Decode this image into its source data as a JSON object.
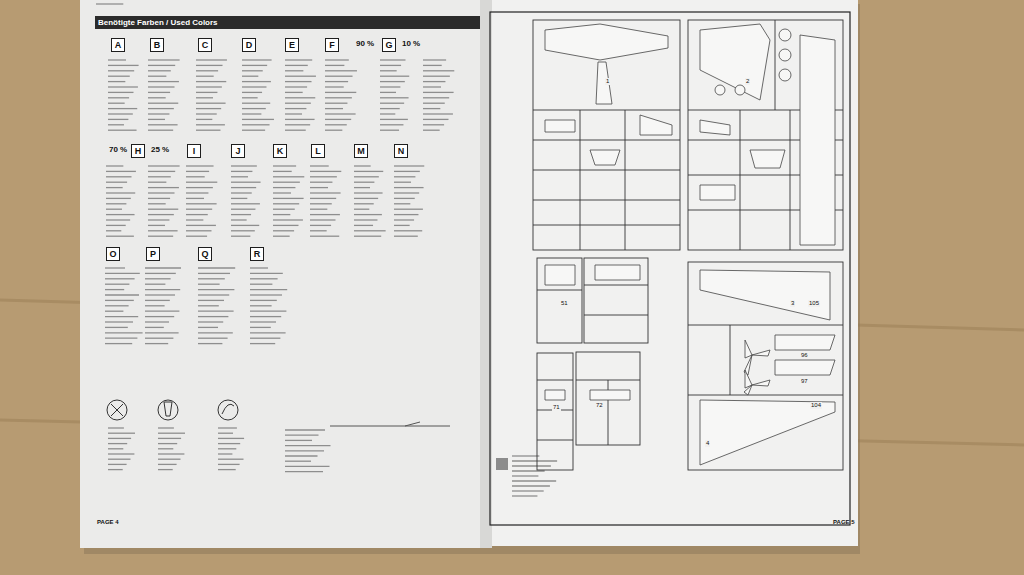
{
  "diagram": {
    "title": "Benötigte Farben / Used Colors",
    "nodes": [
      {
        "text": [
          "A"
        ]
      },
      {
        "text": [
          "B"
        ]
      },
      {
        "text": [
          "C"
        ]
      },
      {
        "text": [
          "D"
        ]
      },
      {
        "text": [
          "E"
        ]
      },
      {
        "text": [
          "F"
        ]
      },
      {
        "text": [
          "G"
        ]
      },
      {
        "text": [
          "H"
        ]
      },
      {
        "text": [
          "I"
        ]
      },
      {
        "text": [
          "J"
        ]
      },
      {
        "text": [
          "K"
        ]
      },
      {
        "text": [
          "L"
        ]
      },
      {
        "text": [
          "M"
        ]
      },
      {
        "text": [
          "N"
        ]
      },
      {
        "text": [
          "O"
        ]
      },
      {
        "text": [
          "P"
        ]
      },
      {
        "text": [
          "Q"
        ]
      },
      {
        "text": [
          "R"
        ]
      }
    ],
    "labels": [
      "90 %",
      "10 %",
      "70 %",
      "25 %",
      "PAGE 4",
      "PAGE 5",
      "1",
      "2",
      "3",
      "4",
      "51",
      "71",
      "72",
      "96",
      "97",
      "104",
      "105"
    ]
  }
}
